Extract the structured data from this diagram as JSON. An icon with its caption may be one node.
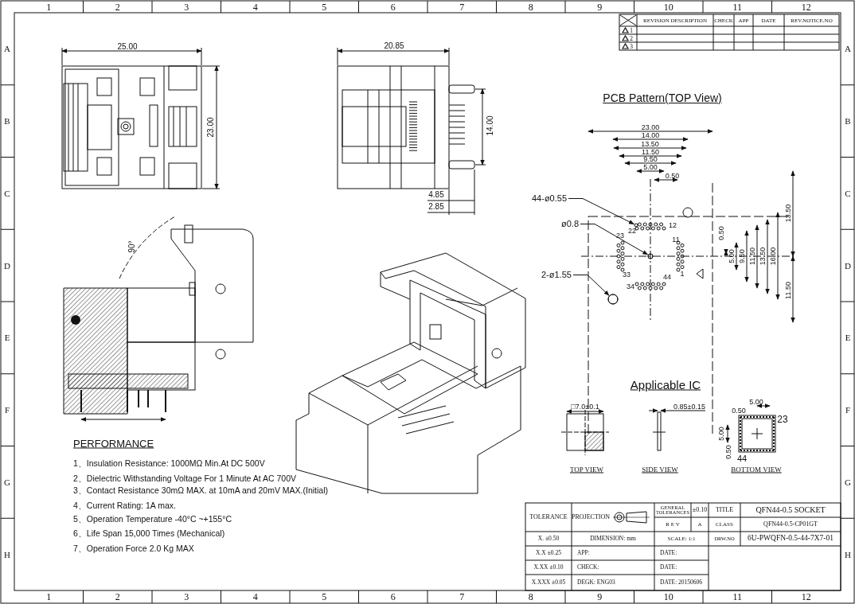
{
  "diagram": {
    "nodes": [
      {
        "text": [
          "44-ø0.55"
        ]
      },
      {
        "text": [],
        "shape": "circle"
      },
      {
        "text": [
          "ø0.8"
        ]
      },
      {
        "text": [],
        "shape": "circle"
      },
      {
        "text": [
          "2-ø1.55"
        ]
      },
      {
        "text": [],
        "shape": "circle"
      }
    ],
    "edges": [
      {
        "from": 0,
        "to": 1,
        "arrow": "to"
      },
      {
        "from": 2,
        "to": 3,
        "arrow": "to"
      },
      {
        "from": 4,
        "to": 5,
        "arrow": "to"
      }
    ],
    "labels": [
      "1",
      "2",
      "3",
      "4",
      "5",
      "6",
      "7",
      "8",
      "9",
      "10",
      "11",
      "12",
      "1",
      "2",
      "3",
      "4",
      "5",
      "6",
      "7",
      "8",
      "9",
      "10",
      "11",
      "12",
      "A",
      "B",
      "C",
      "D",
      "E",
      "F",
      "G",
      "H",
      "A",
      "B",
      "C",
      "D",
      "E",
      "F",
      "G",
      "H",
      "REVISION DESCRIPTION",
      "CHECK",
      "APP",
      "DATE",
      "REV.NOTICE.NO",
      "1",
      "2",
      "3",
      "25.00",
      "23.00",
      "20.85",
      "14.00",
      "4.85",
      "2.85",
      "90°",
      "PCB Pattern(TOP View)",
      "23.00",
      "14.00",
      "13.50",
      "11.50",
      "9.50",
      "5.00",
      "0.50",
      "22",
      "12",
      "23",
      "11",
      "33",
      "1",
      "34",
      "44",
      "0.50",
      "5.00",
      "9.50",
      "11.50",
      "13.50",
      "16.00",
      "13.50",
      "11.50",
      "Applicable IC",
      "□7.0±0.1",
      "0.85±0.15",
      "5.00",
      "0.50",
      "23",
      "5.00",
      "0.50",
      "44",
      "TOP VIEW",
      "SIDE VIEW",
      "BOTTOM VIEW",
      "PERFORMANCE",
      "1、Insulation Resistance: 1000MΩ Min.At DC 500V",
      "2、Dielectric Withstanding Voltage For 1 Minute At AC 700V",
      "3、Contact Resistance 30mΩ MAX. at 10mA and 20mV MAX.(Initial)",
      "4、Current Rating: 1A max.",
      "5、Operation Temperature -40°C ~+155°C",
      "6、Life Span 15,000 Times (Mechanical)",
      "7、Operation Force 2.0 Kg MAX",
      "TOLERANCE",
      "PROJECTION",
      "GENERAL TOLERANCES",
      "±0.10",
      "TITLE",
      "QFN44-0.5 SOCKET",
      "R E V",
      "A",
      "CLASS",
      "QFN44-0.5-CP01GT",
      "X. ±0.50",
      "DIMENSION: mm",
      "SCALE: 1:1",
      "DRW.NO",
      "6U-PWQFN-0.5-44-7X7-01",
      "X.X ±0.25",
      "APP:",
      "DATE:",
      "X.XX ±0.10",
      "CHECK:",
      "DATE:",
      "X.XXX ±0.05",
      "DEGK: ENG03",
      "DATE: 20150606"
    ]
  }
}
